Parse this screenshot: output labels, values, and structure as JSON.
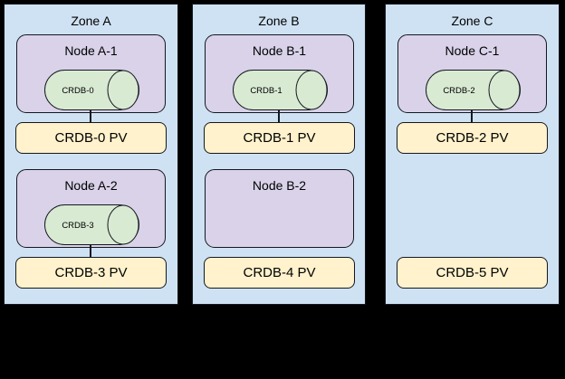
{
  "diagram": {
    "description": "CockroachDB zones, nodes, disks and persistent volumes",
    "background": "#000000"
  },
  "palette": {
    "zone_fill": "#cfe2f3",
    "node_fill": "#d9d2e9",
    "disk_fill": "#d9ead3",
    "pv_fill": "#fff2cc",
    "outline": "#000000"
  },
  "zones": [
    {
      "title": "Zone A",
      "nodes": [
        {
          "label": "Node A-1",
          "disk": "CRDB-0"
        },
        {
          "label": "Node A-2",
          "disk": "CRDB-3"
        }
      ],
      "pvs": [
        "CRDB-0 PV",
        "CRDB-3 PV"
      ]
    },
    {
      "title": "Zone B",
      "nodes": [
        {
          "label": "Node B-1",
          "disk": "CRDB-1"
        },
        {
          "label": "Node B-2"
        }
      ],
      "pvs": [
        "CRDB-1 PV",
        "CRDB-4 PV"
      ]
    },
    {
      "title": "Zone C",
      "nodes": [
        {
          "label": "Node C-1",
          "disk": "CRDB-2"
        }
      ],
      "pvs": [
        "CRDB-2 PV",
        "CRDB-5 PV"
      ]
    }
  ]
}
